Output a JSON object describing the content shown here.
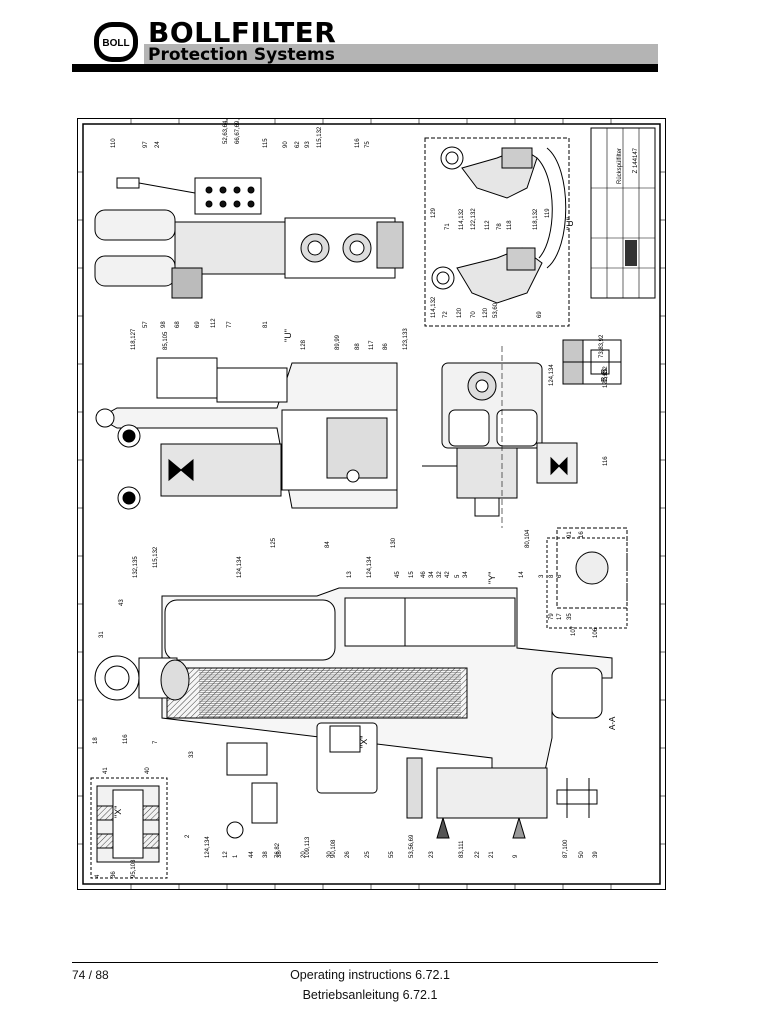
{
  "header": {
    "brand_name": "BOLLFILTER",
    "brand_tagline": "Protection Systems",
    "logo_text": "BOLL"
  },
  "drawing": {
    "title_block": [
      "Rückspülfilter",
      "Z 144147"
    ],
    "view_labels": [
      "\"U\"",
      "\"U\"",
      "\"Y\"",
      "\"X\"",
      "\"X\"",
      "A-A",
      "B-B"
    ],
    "part_numbers": [
      "110",
      "97",
      "24",
      "52,63,64,65",
      "66,67,69,94",
      "115",
      "90",
      "62",
      "93",
      "115,132",
      "116",
      "75",
      "57",
      "98",
      "68",
      "69",
      "112",
      "77",
      "81",
      "129",
      "71",
      "114,132",
      "122,132",
      "112",
      "78",
      "118",
      "118,132",
      "119",
      "114,132",
      "72",
      "120",
      "70",
      "120",
      "53,60",
      "69",
      "118,127",
      "85,105",
      "128",
      "89,99",
      "88",
      "117",
      "86",
      "123,133",
      "124,134",
      "116",
      "73,83,92",
      "122,132",
      "125",
      "84",
      "130",
      "80,104",
      "115,132",
      "132,135",
      "124,134",
      "13",
      "124,134",
      "45",
      "15",
      "46",
      "34",
      "32",
      "42",
      "5",
      "34",
      "14",
      "43",
      "31",
      "18",
      "116",
      "7",
      "33",
      "3",
      "8",
      "6",
      "79",
      "17",
      "35",
      "91",
      "16",
      "107",
      "106",
      "41",
      "40",
      "2",
      "124,134",
      "1",
      "38",
      "38",
      "109,113",
      "90,108",
      "26",
      "25",
      "55",
      "53,56,69",
      "23",
      "83,111",
      "22",
      "21",
      "9",
      "87,100",
      "50",
      "39",
      "4",
      "36",
      "95,103",
      "12",
      "44",
      "76,82",
      "20",
      "30"
    ]
  },
  "footer": {
    "page": "74 / 88",
    "title_en": "Operating instructions 6.72.1",
    "title_de": "Betriebsanleitung 6.72.1"
  }
}
